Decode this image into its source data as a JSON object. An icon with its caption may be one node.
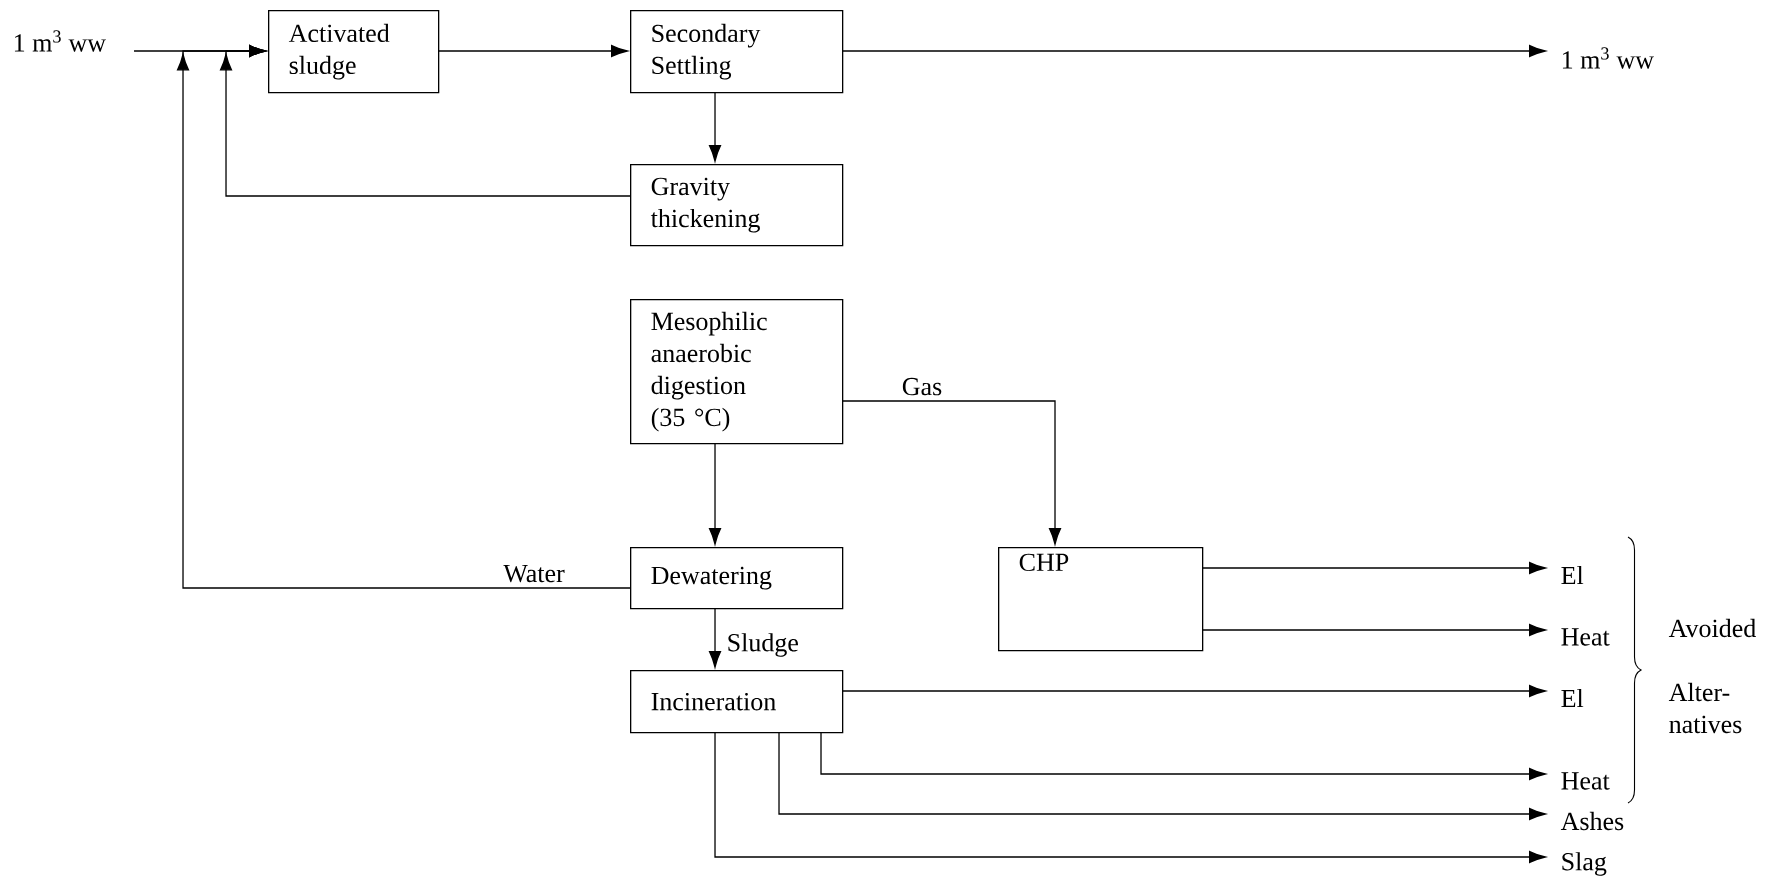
{
  "diagram": {
    "nodes": [
      {
        "text": [
          "1 m$^{3}$ ww"
        ]
      },
      {
        "text": [
          "Activated sludge"
        ]
      },
      {
        "text": [
          "Secondary Settling"
        ]
      },
      {
        "text": [
          "1 m$^{3}$ ww"
        ]
      },
      {
        "text": [
          "Gravity thickening"
        ]
      },
      {
        "text": [
          "Mesophilic anaerobic digestion (35 °C)"
        ]
      },
      {
        "text": [
          "Dewatering"
        ]
      },
      {
        "text": [
          "CHP"
        ]
      },
      {
        "text": [
          "Incineration"
        ]
      },
      {
        "text": [
          "El"
        ]
      },
      {
        "text": [
          "Heat"
        ]
      },
      {
        "text": [
          "El"
        ]
      },
      {
        "text": [
          "Heat"
        ]
      },
      {
        "text": [
          "Ashes"
        ]
      },
      {
        "text": [
          "Slag"
        ]
      }
    ],
    "edges": [
      {
        "from": 0,
        "to": 1,
        "arrow": "to"
      },
      {
        "from": 1,
        "to": 2,
        "arrow": "to"
      },
      {
        "from": 2,
        "to": 3,
        "arrow": "to"
      },
      {
        "from": 2,
        "to": 4,
        "arrow": "to"
      },
      {
        "from": 4,
        "to": 1,
        "arrow": "to"
      },
      {
        "from": 5,
        "to": 6,
        "arrow": "to"
      },
      {
        "from": 5,
        "to": 7,
        "arrow": "to",
        "label": "Gas"
      },
      {
        "from": 6,
        "to": 1,
        "arrow": "to",
        "label": "Water"
      },
      {
        "from": 6,
        "to": 8,
        "arrow": "to",
        "label": "Sludge"
      },
      {
        "from": 7,
        "to": 9,
        "arrow": "to"
      },
      {
        "from": 7,
        "to": 10,
        "arrow": "to"
      },
      {
        "from": 8,
        "to": 11,
        "arrow": "to"
      },
      {
        "from": 8,
        "to": 12,
        "arrow": "to"
      },
      {
        "from": 8,
        "to": 13,
        "arrow": "to"
      },
      {
        "from": 8,
        "to": 14,
        "arrow": "to"
      }
    ],
    "labels": [
      "Avoided",
      "Alter- natives"
    ]
  }
}
